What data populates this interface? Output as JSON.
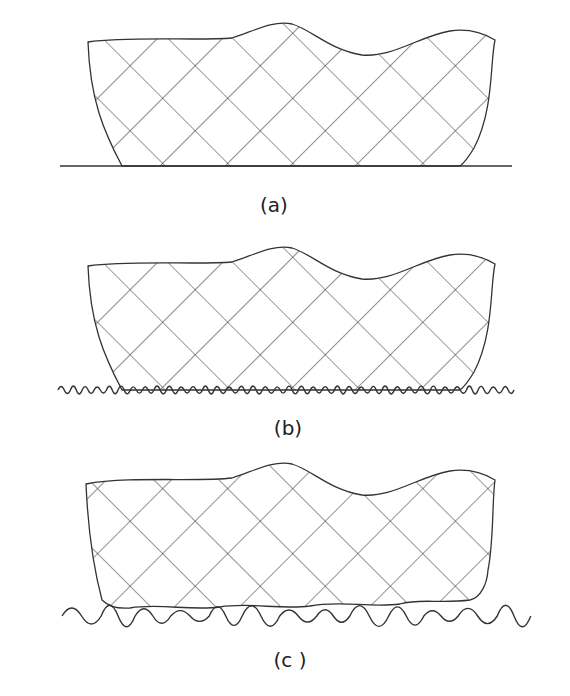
{
  "diagram": {
    "labels": [
      "(a)",
      "(b)",
      "(c )"
    ]
  }
}
